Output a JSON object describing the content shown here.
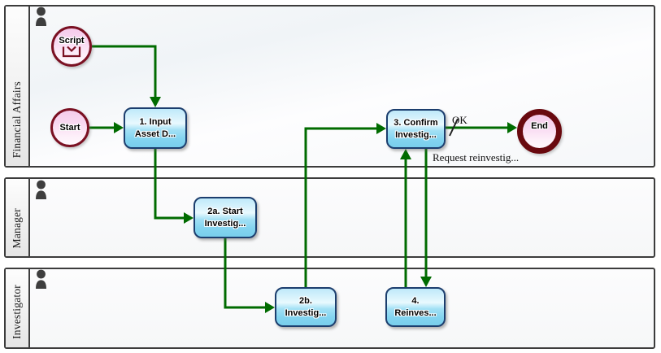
{
  "diagram": {
    "lanes": [
      {
        "label": "Financial Affairs"
      },
      {
        "label": "Manager"
      },
      {
        "label": "Investigator"
      }
    ],
    "nodes": {
      "script_event": {
        "label": "Script"
      },
      "start_event": {
        "label": "Start"
      },
      "task_1": {
        "line1": "1. Input",
        "line2": "Asset D..."
      },
      "task_2a": {
        "line1": "2a. Start",
        "line2": "Investig..."
      },
      "task_2b": {
        "line1": "2b.",
        "line2": "Investig..."
      },
      "task_3": {
        "line1": "3. Confirm",
        "line2": "Investig..."
      },
      "task_4": {
        "line1": "4.",
        "line2": "Reinves..."
      },
      "end_event": {
        "label": "End"
      }
    },
    "edge_labels": {
      "ok": "OK",
      "request_reinvestigation": "Request reinvestig..."
    },
    "colors": {
      "flow_green": "#006B00",
      "task_border": "#1c3e6e",
      "task_fill_top": "#bfe9fa",
      "task_fill_bottom": "#79ceec",
      "event_border": "#7a1022",
      "end_ring": "#69090f",
      "event_fill": "#f9daf2",
      "lane_border": "#3c3c3c"
    }
  }
}
